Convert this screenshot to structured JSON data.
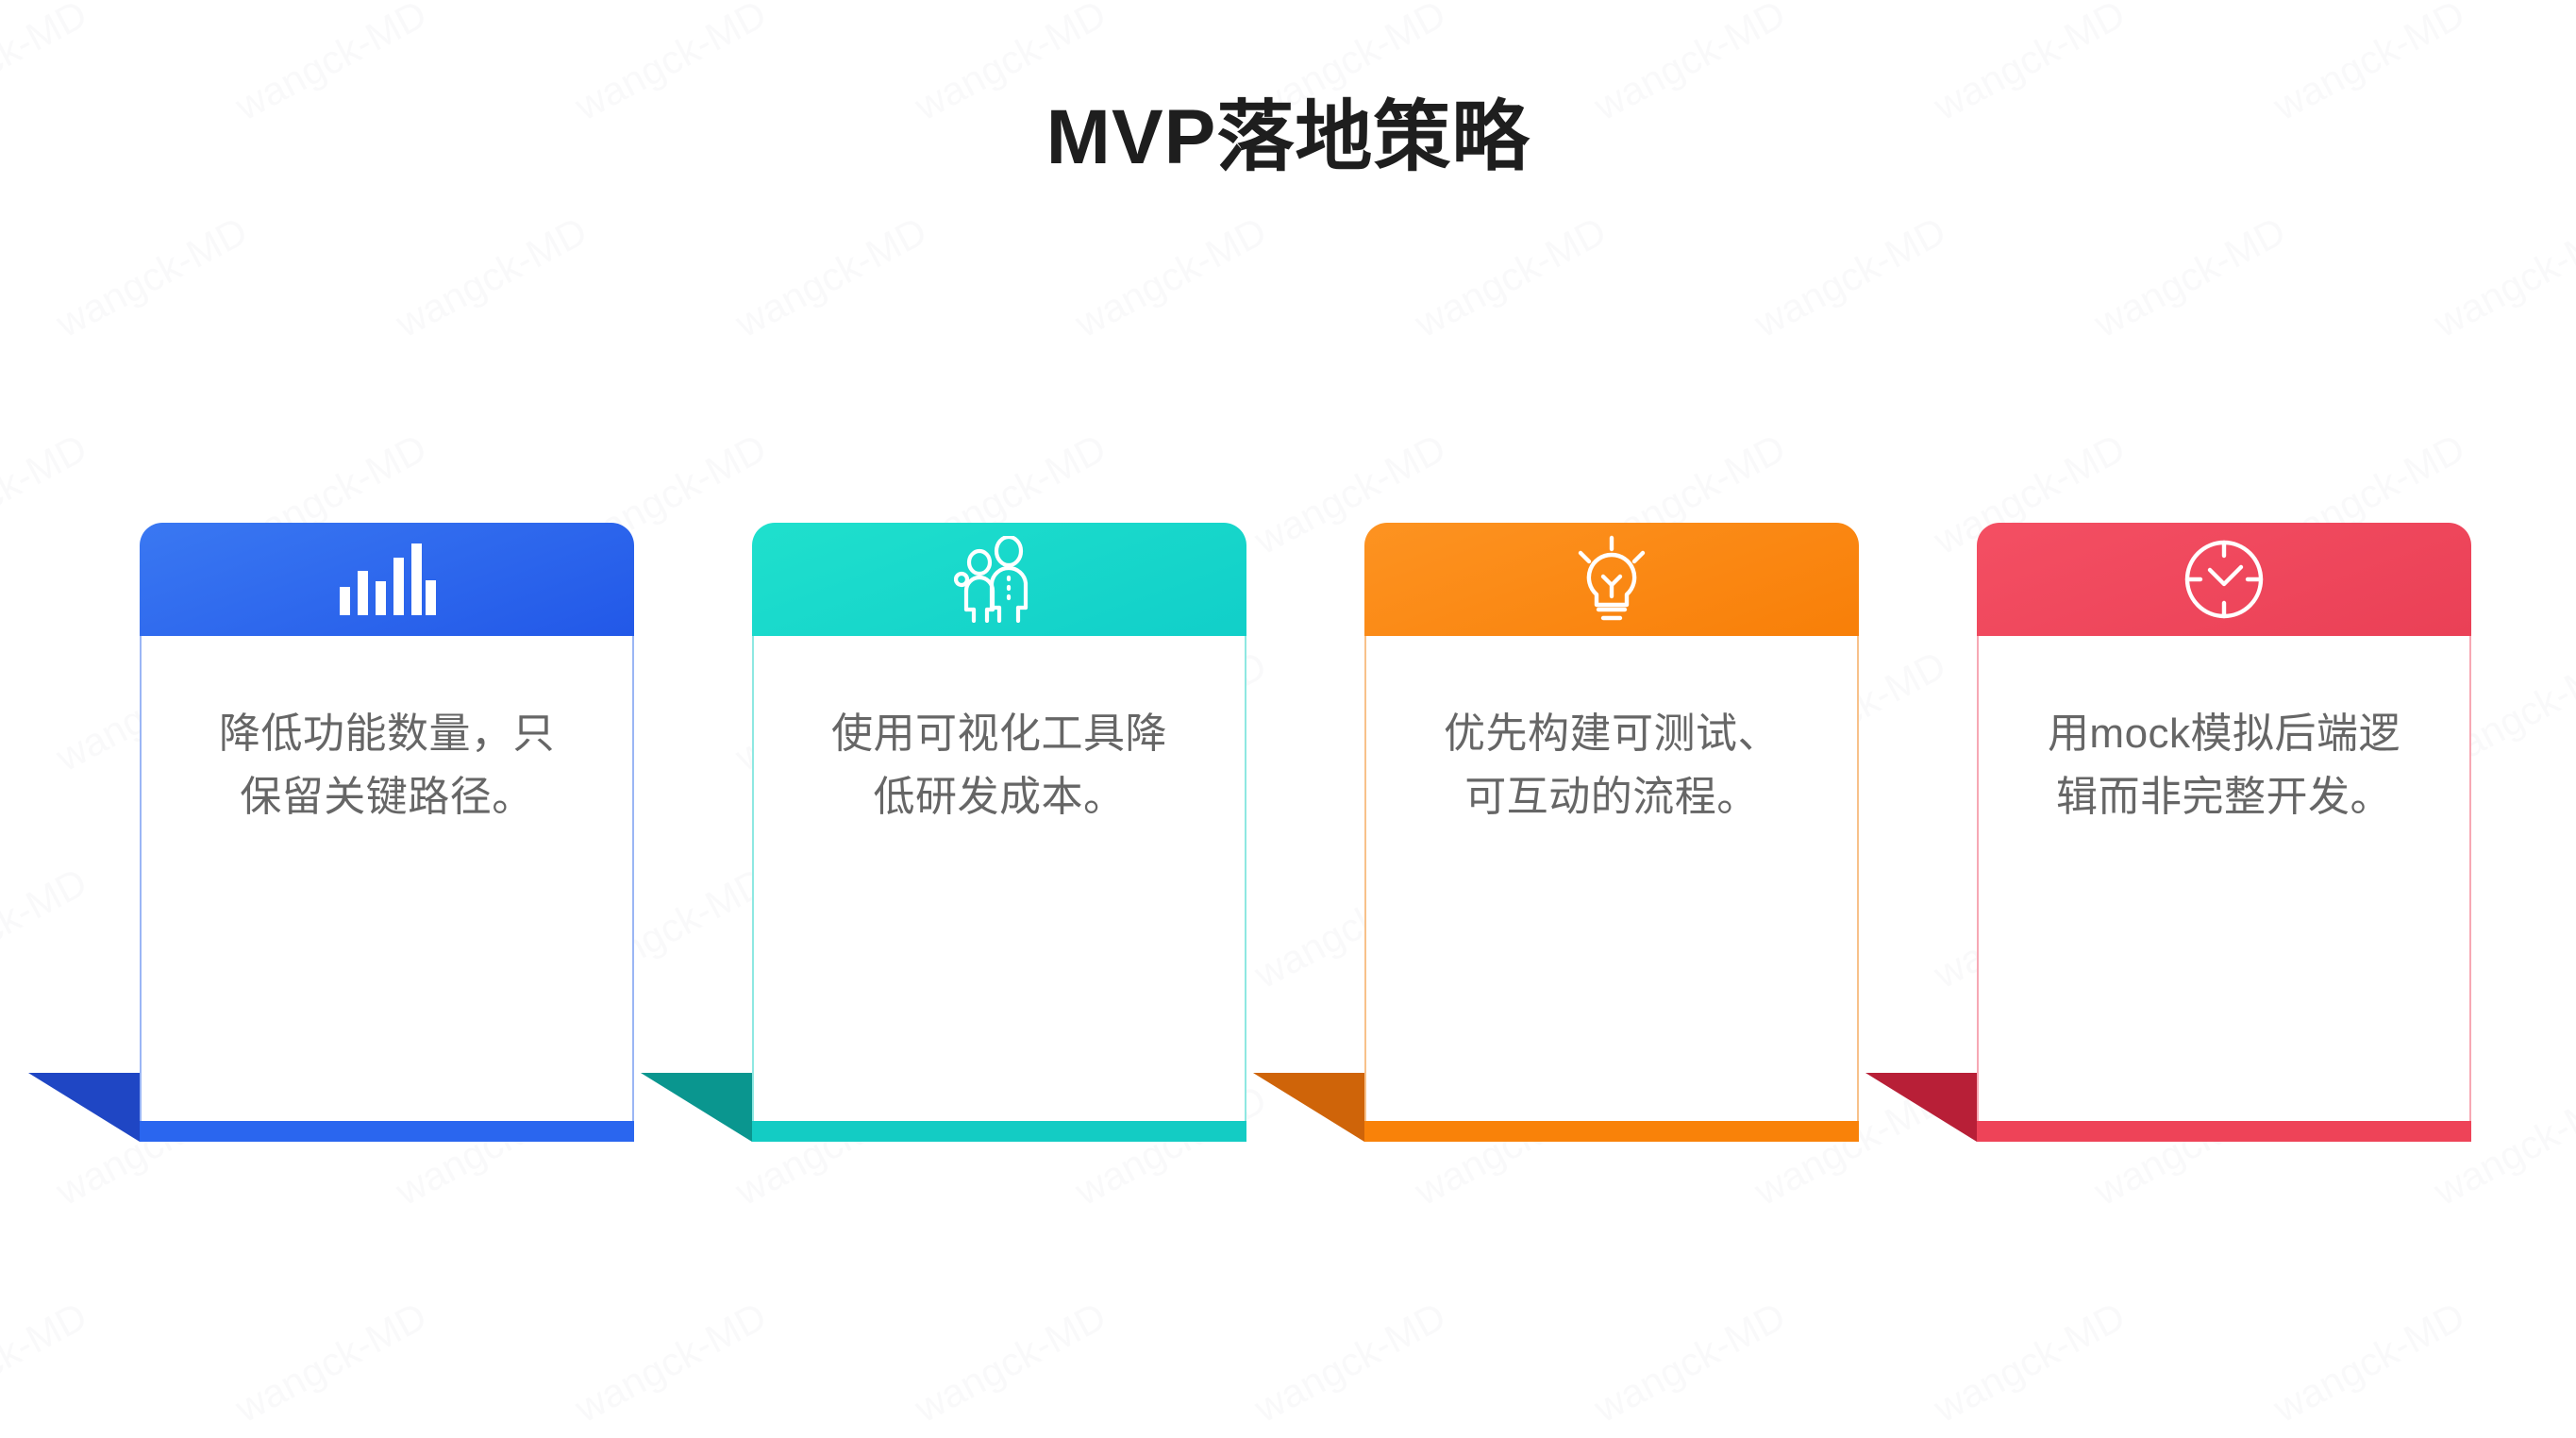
{
  "slide": {
    "title": "MVP落地策略",
    "background_color": "#ffffff",
    "title_color": "#1e1e1e"
  },
  "watermark": {
    "text": "wangck-MD"
  },
  "cards": [
    {
      "id": "card-1",
      "icon": "bar-chart-icon",
      "text": "降低功能数量，只保留关键路径。",
      "header_color": "#2a66ef",
      "header_gradient_from": "#3a78f2",
      "header_gradient_to": "#2258e8",
      "footbar_color": "#2a66ef",
      "ribbon_color": "#1f46c4",
      "border_color": "#9bb6f5"
    },
    {
      "id": "card-2",
      "icon": "people-group-icon",
      "text": "使用可视化工具降低研发成本。",
      "header_color": "#18d6cb",
      "header_gradient_from": "#1fe0cd",
      "header_gradient_to": "#11cfc9",
      "footbar_color": "#13ccc4",
      "ribbon_color": "#0a968f",
      "border_color": "#8ee8e2"
    },
    {
      "id": "card-3",
      "icon": "lightbulb-icon",
      "text": "优先构建可测试、可互动的流程。",
      "header_color": "#fb8a15",
      "header_gradient_from": "#fd9321",
      "header_gradient_to": "#f87f08",
      "footbar_color": "#f98209",
      "ribbon_color": "#cf6409",
      "border_color": "#f8c18a"
    },
    {
      "id": "card-4",
      "icon": "clock-icon",
      "text": "用mock模拟后端逻辑而非完整开发。",
      "header_color": "#f04a5e",
      "header_gradient_from": "#f44f63",
      "header_gradient_to": "#ea4056",
      "footbar_color": "#ee4358",
      "ribbon_color": "#b81f37",
      "border_color": "#f7a8b4"
    }
  ]
}
